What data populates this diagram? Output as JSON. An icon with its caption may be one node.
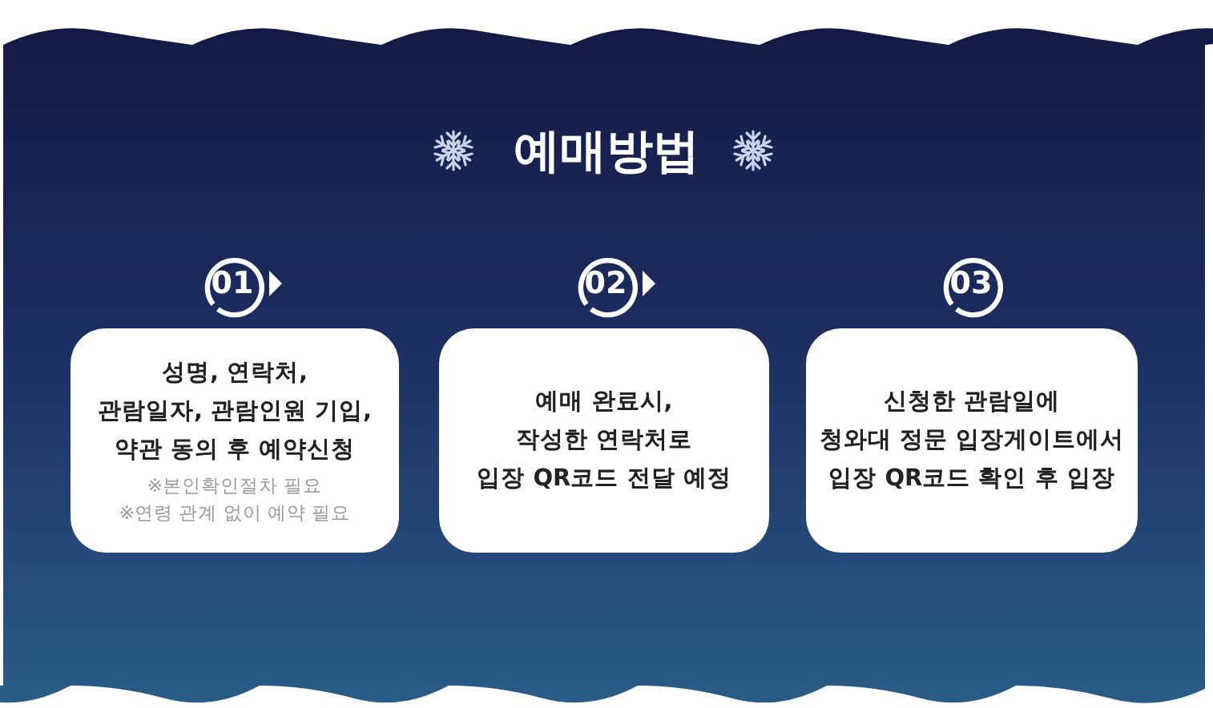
{
  "diagram": {
    "title": "예매방법",
    "nodes": [
      {
        "text": [
          "01"
        ]
      },
      {
        "text": [
          "성명, 연락처, 관람일자, 관람인원 기입, 약관 동의 후 예약신청",
          "※본인확인절차 필요",
          "※연령 관계 없이 예약 필요"
        ]
      },
      {
        "text": [
          "02"
        ]
      },
      {
        "text": [
          "예매 완료시, 작성한 연락처로 입장 QR코드 전달 예정"
        ]
      },
      {
        "text": [
          "03"
        ]
      },
      {
        "text": [
          "신청한 관람일에 청와대 정문 입장게이트에서 입장 QR코드 확인 후 입장"
        ]
      }
    ]
  }
}
